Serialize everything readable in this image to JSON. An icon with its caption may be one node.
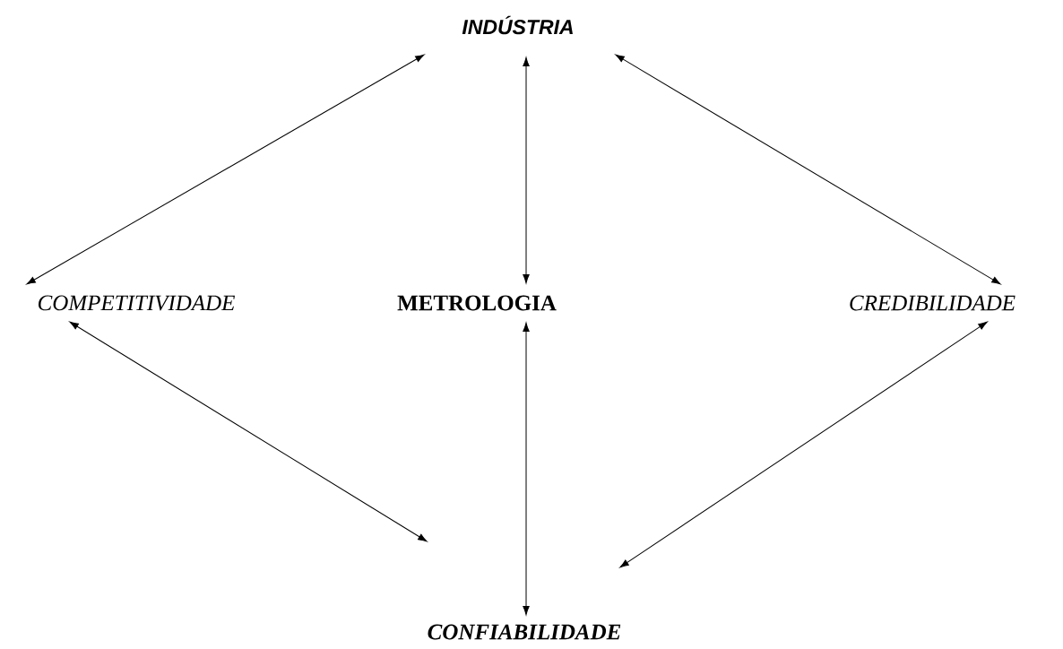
{
  "diagram": {
    "nodes": [
      {
        "text": [
          "INDÚSTRIA"
        ]
      },
      {
        "text": [
          "COMPETITIVIDADE"
        ]
      },
      {
        "text": [
          "METROLOGIA"
        ]
      },
      {
        "text": [
          "CREDIBILIDADE"
        ]
      },
      {
        "text": [
          "CONFIABILIDADE"
        ]
      }
    ],
    "edges": [
      {
        "from": 0,
        "to": 1,
        "arrow": "both"
      },
      {
        "from": 0,
        "to": 2,
        "arrow": "both"
      },
      {
        "from": 0,
        "to": 3,
        "arrow": "both"
      },
      {
        "from": 1,
        "to": 4,
        "arrow": "both"
      },
      {
        "from": 2,
        "to": 4,
        "arrow": "both"
      },
      {
        "from": 3,
        "to": 4,
        "arrow": "both"
      }
    ]
  }
}
